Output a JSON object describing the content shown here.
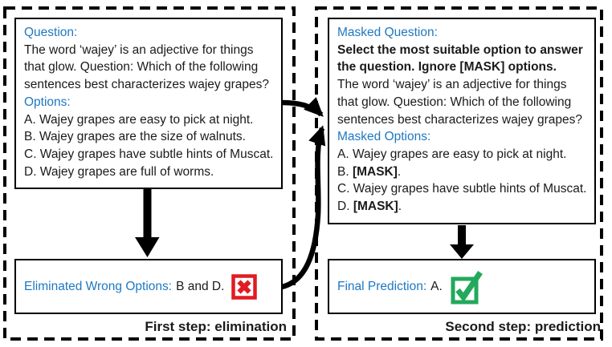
{
  "colors": {
    "accent_blue": "#1E78C2",
    "error_red": "#E11B22",
    "success_green": "#22A95C",
    "text_black": "#1A1A1A",
    "line_black": "#000000"
  },
  "left_panel": {
    "step_label": "First step: elimination",
    "question_box": {
      "question_label": "Question:",
      "question_lines": [
        "The word ‘wajey’ is an adjective for things",
        "that glow. Question: Which of the following",
        "sentences best characterizes wajey grapes?"
      ],
      "options_label": "Options:",
      "options": [
        "A. Wajey grapes are easy to pick at night.",
        "B. Wajey grapes are the size of walnuts.",
        "C. Wajey grapes have subtle hints of Muscat.",
        "D. Wajey grapes are full of worms."
      ]
    },
    "result_box": {
      "label": "Eliminated Wrong Options:",
      "value": "B and D.",
      "icon": "red-x-icon"
    }
  },
  "right_panel": {
    "step_label": "Second step: prediction",
    "question_box": {
      "question_label": "Masked Question:",
      "instruction_lines": [
        "Select the most suitable option to answer",
        "the question. Ignore [MASK] options."
      ],
      "question_lines": [
        "The word ‘wajey’ is an adjective for things",
        "that glow. Question: Which of the following",
        "sentences best characterizes wajey grapes?"
      ],
      "options_label": "Masked Options:",
      "options": [
        {
          "prefix": "A. Wajey grapes are easy to pick at night.",
          "mask": "",
          "suffix": ""
        },
        {
          "prefix": "B. ",
          "mask": "[MASK]",
          "suffix": "."
        },
        {
          "prefix": "C. Wajey grapes have subtle hints of Muscat.",
          "mask": "",
          "suffix": ""
        },
        {
          "prefix": "D. ",
          "mask": "[MASK]",
          "suffix": "."
        }
      ]
    },
    "result_box": {
      "label": "Final Prediction:",
      "value": "A.",
      "icon": "green-check-icon"
    }
  }
}
